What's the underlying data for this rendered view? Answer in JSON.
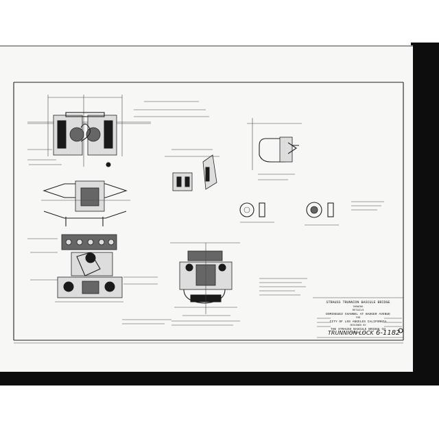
{
  "title_block": {
    "line1": "STRAUSS TRUNNION BASCULE BRIDGE",
    "line2": "SHOWING",
    "line3": "DETAILS",
    "line4": "DOMINGUEZ CHANNEL AT BADGER AVENUE",
    "line5": "FOR",
    "line6": "CITY OF LOS ANGELES CALIFORNIA",
    "line7": "DESIGNED BY",
    "line8": "THE STRAUSS BASCULE BRIDGE CO",
    "line9": "CHICAGO ILL"
  },
  "sheet_number": "6-1182",
  "handwritten_label": "TRUNNION LOCK"
}
